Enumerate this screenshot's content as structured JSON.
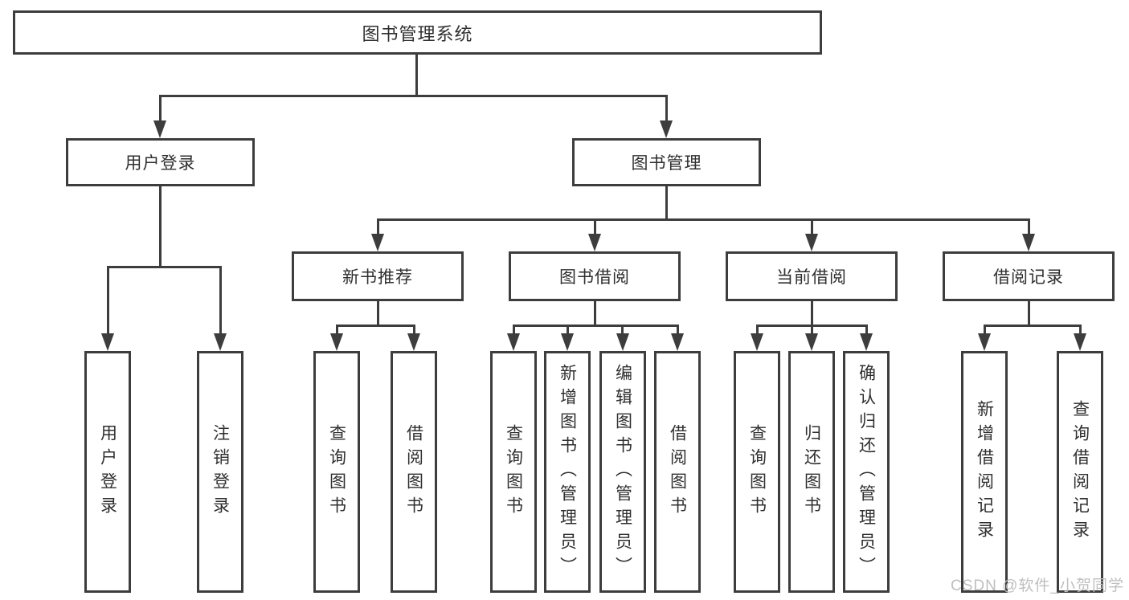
{
  "tree": {
    "root": {
      "label": "图书管理系统"
    },
    "branches": [
      {
        "label": "用户登录",
        "children": [
          {
            "label": "用户登录"
          },
          {
            "label": "注销登录"
          }
        ]
      },
      {
        "label": "图书管理",
        "children": [
          {
            "label": "新书推荐",
            "children": [
              {
                "label": "查询图书"
              },
              {
                "label": "借阅图书"
              }
            ]
          },
          {
            "label": "图书借阅",
            "children": [
              {
                "label": "查询图书"
              },
              {
                "label": "新增图书（管理员）"
              },
              {
                "label": "编辑图书（管理员）"
              },
              {
                "label": "借阅图书"
              }
            ]
          },
          {
            "label": "当前借阅",
            "children": [
              {
                "label": "查询图书"
              },
              {
                "label": "归还图书"
              },
              {
                "label": "确认归还（管理员）"
              }
            ]
          },
          {
            "label": "借阅记录",
            "children": [
              {
                "label": "新增借阅记录"
              },
              {
                "label": "查询借阅记录"
              }
            ]
          }
        ]
      }
    ]
  },
  "watermark": {
    "text": "CSDN @软件_小贺同学"
  },
  "colors": {
    "line": "#3d3d3d",
    "text": "#2f2f2f",
    "watermark": "#c0bfbf",
    "bg": "#ffffff"
  }
}
